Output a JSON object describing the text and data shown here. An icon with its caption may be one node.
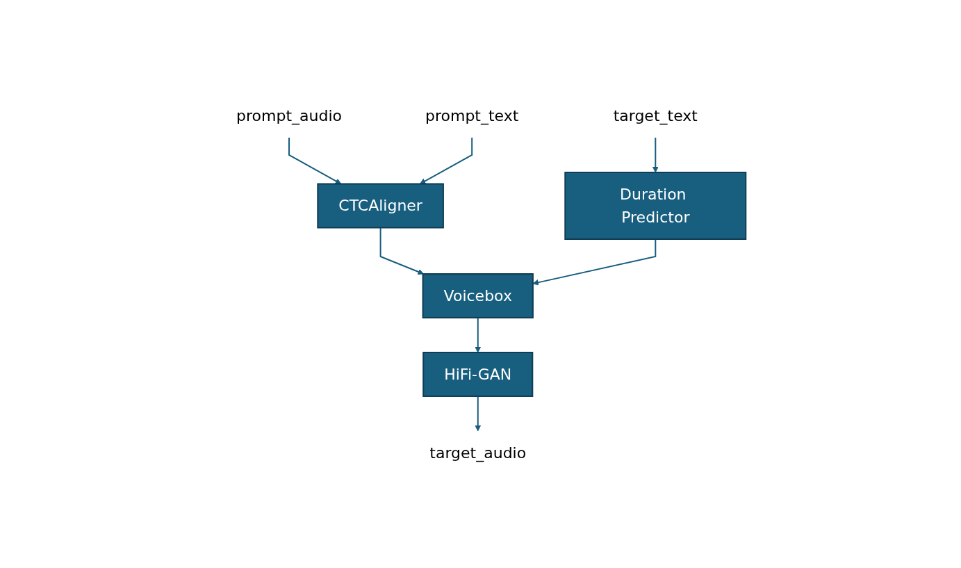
{
  "diagram": {
    "nodes": [
      {
        "text": [
          "prompt_audio"
        ]
      },
      {
        "text": [
          "prompt_text"
        ]
      },
      {
        "text": [
          "target_text"
        ]
      },
      {
        "text": [
          "CTCAligner"
        ]
      },
      {
        "text": [
          "Duration Predictor"
        ]
      },
      {
        "text": [
          "Voicebox"
        ]
      },
      {
        "text": [
          "HiFi-GAN"
        ]
      },
      {
        "text": [
          "target_audio"
        ]
      }
    ],
    "edges": [
      {
        "from": 0,
        "to": 3,
        "arrow": "to"
      },
      {
        "from": 1,
        "to": 3,
        "arrow": "to"
      },
      {
        "from": 2,
        "to": 4,
        "arrow": "to"
      },
      {
        "from": 3,
        "to": 5,
        "arrow": "to"
      },
      {
        "from": 4,
        "to": 5,
        "arrow": "to"
      },
      {
        "from": 5,
        "to": 6,
        "arrow": "to"
      },
      {
        "from": 6,
        "to": 7,
        "arrow": "to"
      }
    ]
  }
}
